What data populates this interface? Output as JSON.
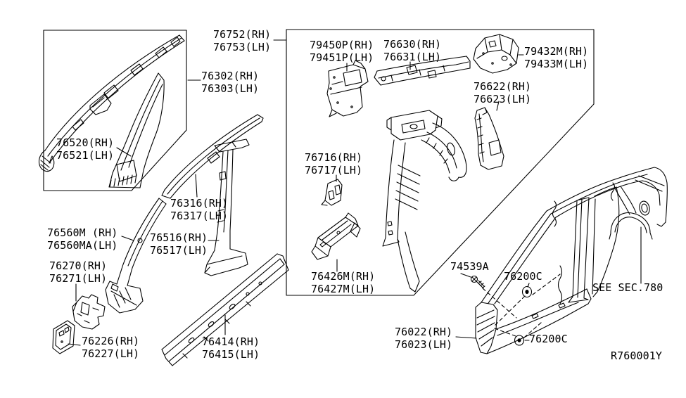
{
  "colors": {
    "background": "#ffffff",
    "line": "#000000",
    "text": "#000000"
  },
  "labels": {
    "part_76752": {
      "l1": "76752(RH)",
      "l2": "76753(LH)"
    },
    "part_76302": {
      "l1": "76302(RH)",
      "l2": "76303(LH)"
    },
    "part_76520": {
      "l1": "76520(RH)",
      "l2": "76521(LH)"
    },
    "part_79450": {
      "l1": "79450P(RH)",
      "l2": "79451P(LH)"
    },
    "part_76630": {
      "l1": "76630(RH)",
      "l2": "76631(LH)"
    },
    "part_79432": {
      "l1": "79432M(RH)",
      "l2": "79433M(LH)"
    },
    "part_76622": {
      "l1": "76622(RH)",
      "l2": "76623(LH)"
    },
    "part_76716": {
      "l1": "76716(RH)",
      "l2": "76717(LH)"
    },
    "part_76426": {
      "l1": "76426M(RH)",
      "l2": "76427M(LH)"
    },
    "part_74539a": {
      "l1": "74539A"
    },
    "part_76200c_upper": {
      "l1": "76200C"
    },
    "part_76200c_lower": {
      "l1": "76200C"
    },
    "part_76022": {
      "l1": "76022(RH)",
      "l2": "76023(LH)"
    },
    "part_76560": {
      "l1": "76560M (RH)",
      "l2": "76560MA(LH)"
    },
    "part_76270": {
      "l1": "76270(RH)",
      "l2": "76271(LH)"
    },
    "part_76226": {
      "l1": "76226(RH)",
      "l2": "76227(LH)"
    },
    "part_76316": {
      "l1": "76316(RH)",
      "l2": "76317(LH)"
    },
    "part_76516": {
      "l1": "76516(RH)",
      "l2": "76517(LH)"
    },
    "part_76414": {
      "l1": "76414(RH)",
      "l2": "76415(LH)"
    },
    "see_section": {
      "l1": "SEE SEC.780"
    },
    "diagram_code": {
      "l1": "R760001Y"
    }
  }
}
